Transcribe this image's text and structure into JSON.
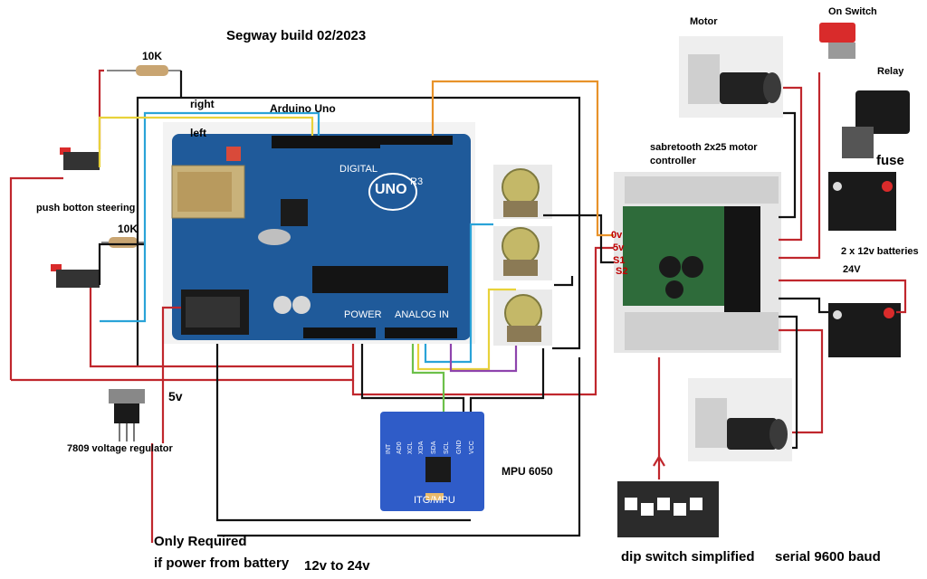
{
  "title": "Segway build 02/2023",
  "resistors": {
    "r1_value": "10K",
    "r2_value": "10K"
  },
  "arduino": {
    "label": "Arduino Uno",
    "board_text": "UNO",
    "sub_text": "R3",
    "digital_text": "DIGITAL",
    "analog_text": "ANALOG IN",
    "power_text": "POWER"
  },
  "wires": {
    "right_label": "right",
    "left_label": "left",
    "five_v_label": "5v"
  },
  "steering": {
    "label": "push botton steering"
  },
  "regulator": {
    "label": "7809 voltage regulator"
  },
  "note": {
    "line1": "Only Required",
    "line2": "if power from battery",
    "voltage": "12v to 24v"
  },
  "mpu": {
    "label": "MPU 6050",
    "chip_text": "ITG/MPU",
    "pins": [
      "INT",
      "AD0",
      "XCL",
      "XDA",
      "SDA",
      "SCL",
      "GND",
      "VCC"
    ]
  },
  "controller": {
    "label_line1": "sabretooth 2x25 motor",
    "label_line2": "controller",
    "terminals": {
      "t0": "0v",
      "t5": "5v",
      "s1": "S1",
      "s2": "S2"
    }
  },
  "motors": {
    "top_label": "Motor"
  },
  "power": {
    "switch_label": "On Switch",
    "relay_label": "Relay",
    "fuse_label": "fuse",
    "batteries_label": "2 x 12v batteries",
    "voltage_label": "24V"
  },
  "dip": {
    "label": "dip switch simplified",
    "serial_label": "serial 9600 baud"
  },
  "colors": {
    "red_wire": "#c0272d",
    "black_wire": "#111111",
    "blue_wire": "#2aa3d8",
    "yellow_wire": "#e8d23a",
    "orange_wire": "#e8922a",
    "purple_wire": "#8e44ad",
    "green_wire": "#6cc04a",
    "board_blue": "#1f5a9a",
    "pcb_green": "#2e6b3a"
  }
}
